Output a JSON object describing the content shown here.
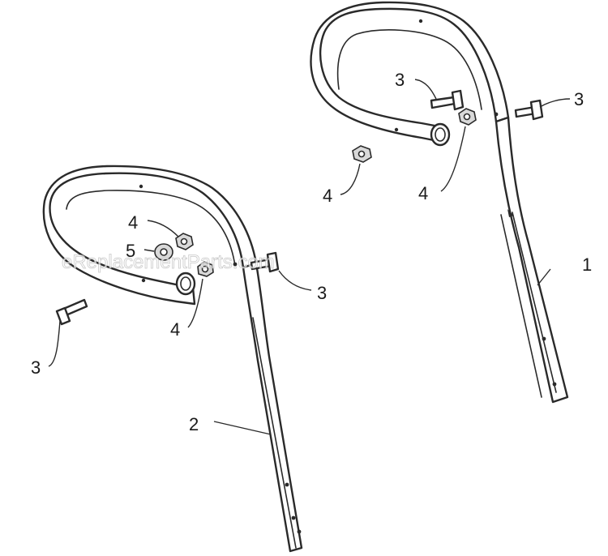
{
  "watermark": "eReplacementParts.com",
  "callouts": {
    "part1": "1",
    "part2": "2",
    "bolt_top_left": "3",
    "bolt_top_right": "3",
    "bolt_mid": "3",
    "bolt_left": "3",
    "nut_loose_top": "4",
    "nut_top_handle": "4",
    "nut_upper_left": "4",
    "nut_lower_left": "4",
    "washer_left": "5"
  }
}
